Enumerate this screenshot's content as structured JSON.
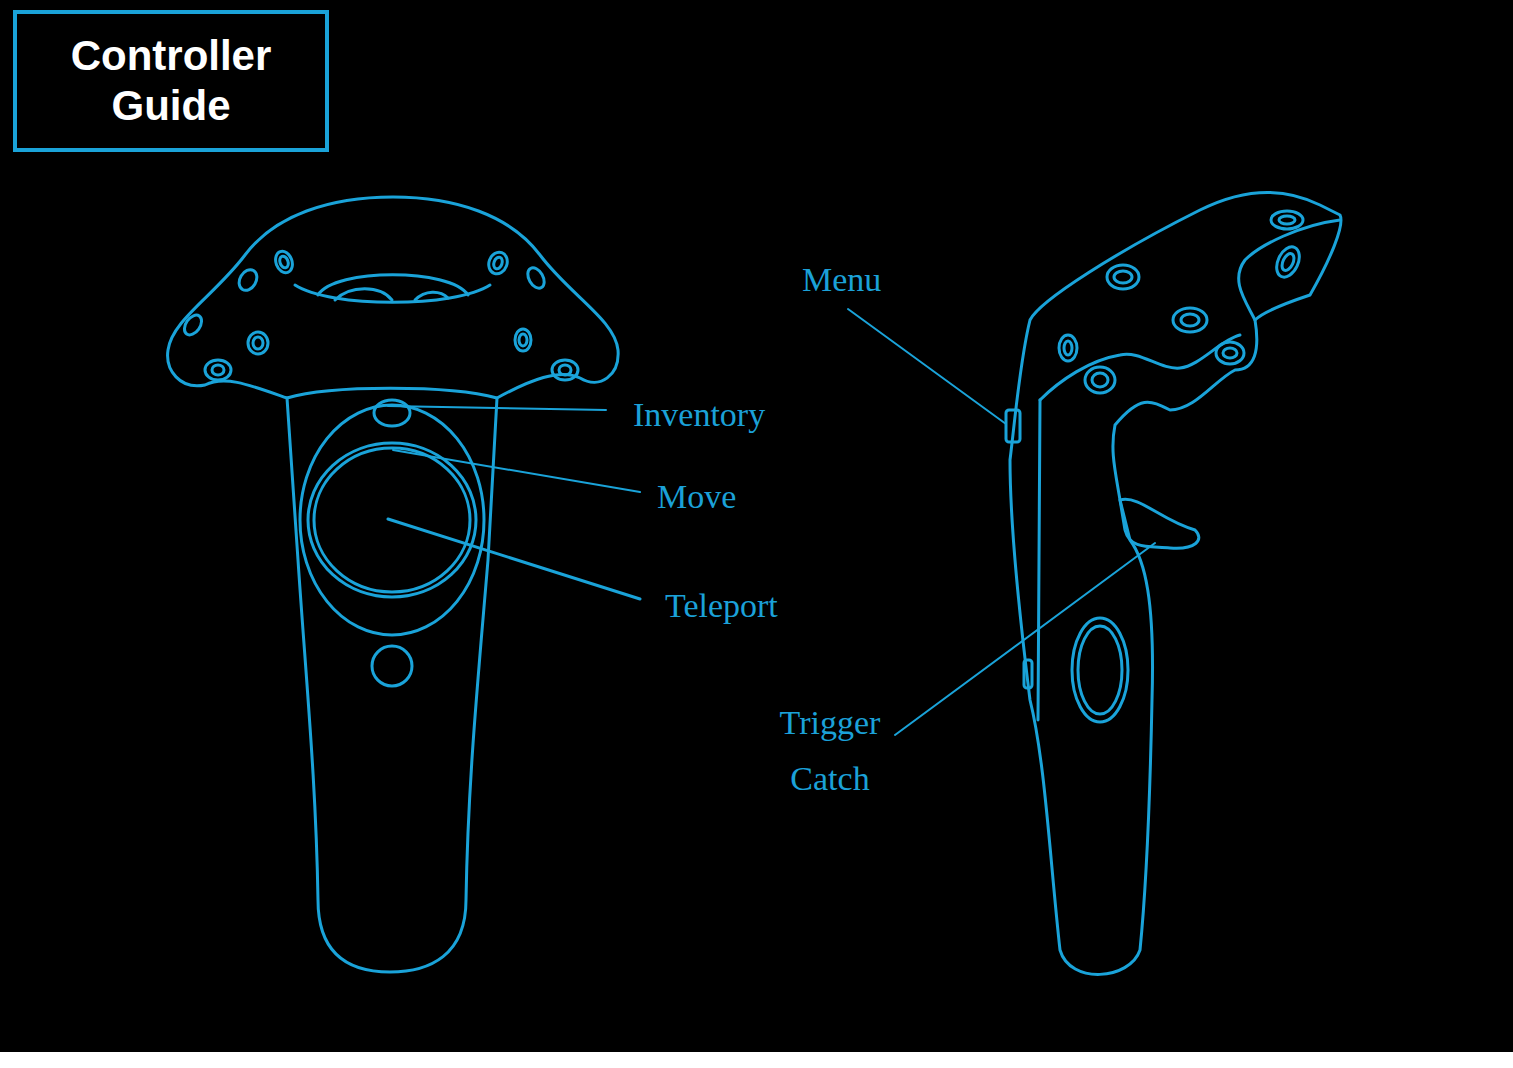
{
  "diagram": {
    "title": "Controller Guide",
    "labels": [
      "Inventory",
      "Move",
      "Teleport",
      "Menu",
      "Trigger Catch"
    ]
  }
}
